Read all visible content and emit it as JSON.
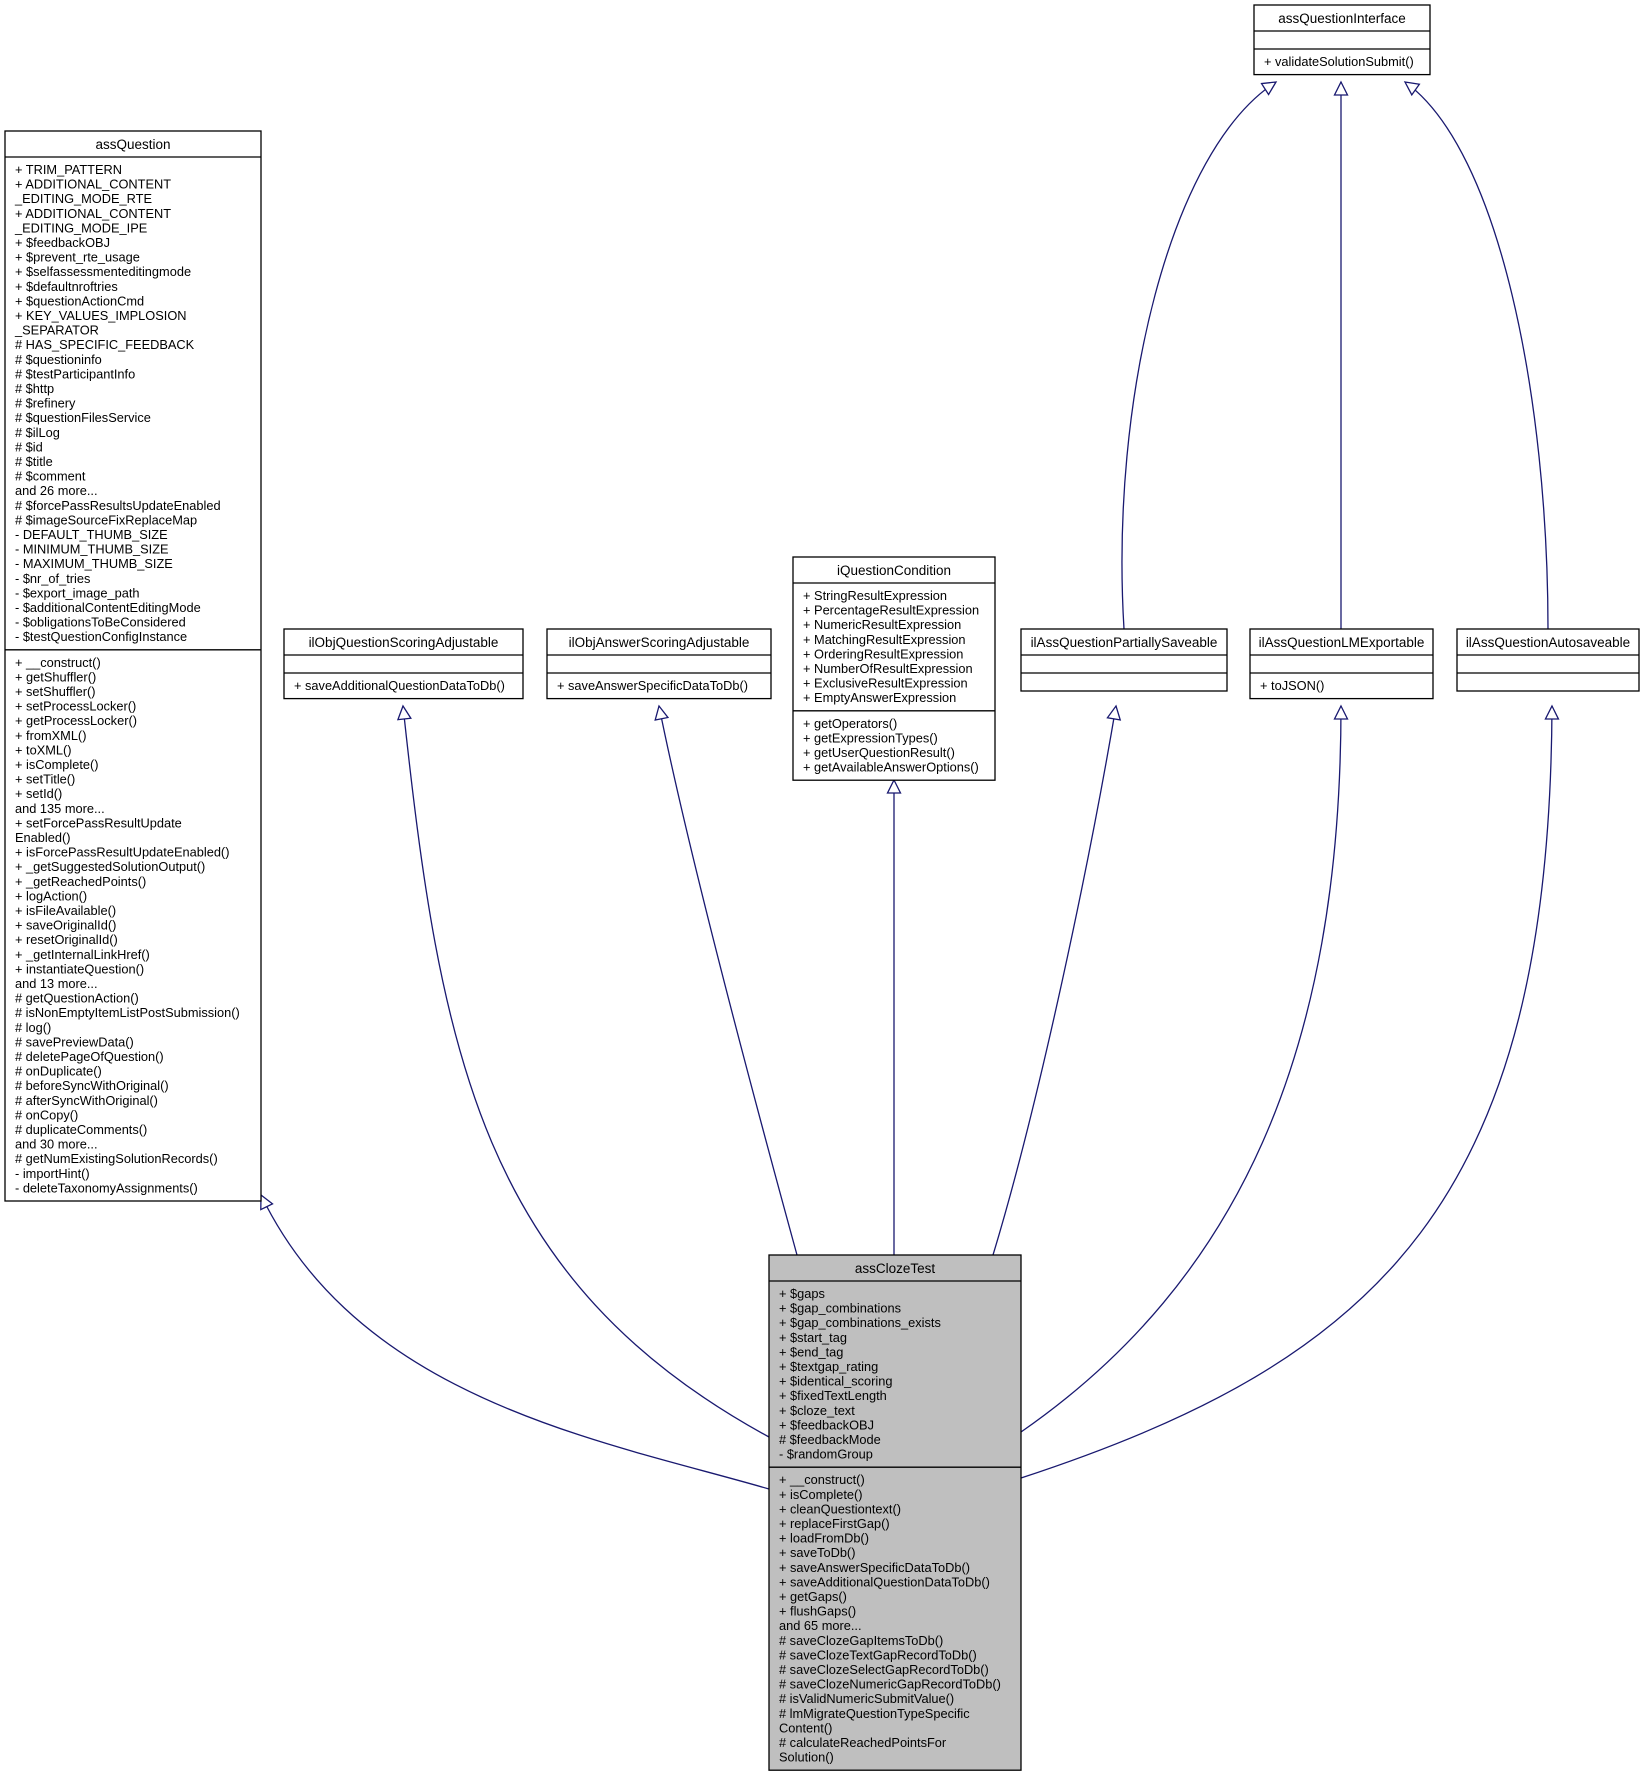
{
  "diagram": {
    "style": {
      "box_fill": "#ffffff",
      "highlight_fill": "#bfbfbf",
      "border_color": "#000000",
      "edge_color": "#191970",
      "edge_kind": "inheritance-hollow-triangle"
    },
    "classes": [
      {
        "id": "assQuestion",
        "name": "assQuestion",
        "highlighted": false,
        "attributes": [
          "+ TRIM_PATTERN",
          "+ ADDITIONAL_CONTENT",
          "_EDITING_MODE_RTE",
          "+ ADDITIONAL_CONTENT",
          "_EDITING_MODE_IPE",
          "+ $feedbackOBJ",
          "+ $prevent_rte_usage",
          "+ $selfassessmenteditingmode",
          "+ $defaultnroftries",
          "+ $questionActionCmd",
          "+ KEY_VALUES_IMPLOSION",
          "_SEPARATOR",
          "# HAS_SPECIFIC_FEEDBACK",
          "# $questioninfo",
          "# $testParticipantInfo",
          "# $http",
          "# $refinery",
          "# $questionFilesService",
          "# $ilLog",
          "# $id",
          "# $title",
          "# $comment",
          "and 26 more...",
          "# $forcePassResultsUpdateEnabled",
          "# $imageSourceFixReplaceMap",
          "- DEFAULT_THUMB_SIZE",
          "- MINIMUM_THUMB_SIZE",
          "- MAXIMUM_THUMB_SIZE",
          "- $nr_of_tries",
          "- $export_image_path",
          "- $additionalContentEditingMode",
          "- $obligationsToBeConsidered",
          "- $testQuestionConfigInstance"
        ],
        "methods": [
          "+ __construct()",
          "+ getShuffler()",
          "+ setShuffler()",
          "+ setProcessLocker()",
          "+ getProcessLocker()",
          "+ fromXML()",
          "+ toXML()",
          "+ isComplete()",
          "+ setTitle()",
          "+ setId()",
          "and 135 more...",
          "+ setForcePassResultUpdate",
          "Enabled()",
          "+ isForcePassResultUpdateEnabled()",
          "+ _getSuggestedSolutionOutput()",
          "+ _getReachedPoints()",
          "+ logAction()",
          "+ isFileAvailable()",
          "+ saveOriginalId()",
          "+ resetOriginalId()",
          "+ _getInternalLinkHref()",
          "+ instantiateQuestion()",
          "and 13 more...",
          "# getQuestionAction()",
          "# isNonEmptyItemListPostSubmission()",
          "# log()",
          "# savePreviewData()",
          "# deletePageOfQuestion()",
          "# onDuplicate()",
          "# beforeSyncWithOriginal()",
          "# afterSyncWithOriginal()",
          "# onCopy()",
          "# duplicateComments()",
          "and 30 more...",
          "# getNumExistingSolutionRecords()",
          "- importHint()",
          "- deleteTaxonomyAssignments()"
        ]
      },
      {
        "id": "ilObjQuestionScoringAdjustable",
        "name": "ilObjQuestionScoringAdjustable",
        "highlighted": false,
        "attributes": [],
        "methods": [
          "+ saveAdditionalQuestionDataToDb()"
        ]
      },
      {
        "id": "ilObjAnswerScoringAdjustable",
        "name": "ilObjAnswerScoringAdjustable",
        "highlighted": false,
        "attributes": [],
        "methods": [
          "+ saveAnswerSpecificDataToDb()"
        ]
      },
      {
        "id": "iQuestionCondition",
        "name": "iQuestionCondition",
        "highlighted": false,
        "attributes": [
          "+ StringResultExpression",
          "+ PercentageResultExpression",
          "+ NumericResultExpression",
          "+ MatchingResultExpression",
          "+ OrderingResultExpression",
          "+ NumberOfResultExpression",
          "+ ExclusiveResultExpression",
          "+ EmptyAnswerExpression"
        ],
        "methods": [
          "+ getOperators()",
          "+ getExpressionTypes()",
          "+ getUserQuestionResult()",
          "+ getAvailableAnswerOptions()"
        ]
      },
      {
        "id": "ilAssQuestionPartiallySaveable",
        "name": "ilAssQuestionPartiallySaveable",
        "highlighted": false,
        "attributes": [],
        "methods": []
      },
      {
        "id": "ilAssQuestionLMExportable",
        "name": "ilAssQuestionLMExportable",
        "highlighted": false,
        "attributes": [],
        "methods": [
          "+ toJSON()"
        ]
      },
      {
        "id": "ilAssQuestionAutosaveable",
        "name": "ilAssQuestionAutosaveable",
        "highlighted": false,
        "attributes": [],
        "methods": []
      },
      {
        "id": "assQuestionInterface",
        "name": "assQuestionInterface",
        "highlighted": false,
        "attributes": [],
        "methods": [
          "+ validateSolutionSubmit()"
        ]
      },
      {
        "id": "assClozeTest",
        "name": "assClozeTest",
        "highlighted": true,
        "attributes": [
          "+ $gaps",
          "+ $gap_combinations",
          "+ $gap_combinations_exists",
          "+ $start_tag",
          "+ $end_tag",
          "+ $textgap_rating",
          "+ $identical_scoring",
          "+ $fixedTextLength",
          "+ $cloze_text",
          "+ $feedbackOBJ",
          "# $feedbackMode",
          "- $randomGroup"
        ],
        "methods": [
          "+ __construct()",
          "+ isComplete()",
          "+ cleanQuestiontext()",
          "+ replaceFirstGap()",
          "+ loadFromDb()",
          "+ saveToDb()",
          "+ saveAnswerSpecificDataToDb()",
          "+ saveAdditionalQuestionDataToDb()",
          "+ getGaps()",
          "+ flushGaps()",
          "and 65 more...",
          "# saveClozeGapItemsToDb()",
          "# saveClozeTextGapRecordToDb()",
          "# saveClozeSelectGapRecordToDb()",
          "# saveClozeNumericGapRecordToDb()",
          "# isValidNumericSubmitValue()",
          "# lmMigrateQuestionTypeSpecific",
          "Content()",
          "# calculateReachedPointsFor",
          "Solution()"
        ]
      }
    ],
    "edges": [
      {
        "from": "assClozeTest",
        "to": "assQuestion"
      },
      {
        "from": "assClozeTest",
        "to": "ilObjQuestionScoringAdjustable"
      },
      {
        "from": "assClozeTest",
        "to": "ilObjAnswerScoringAdjustable"
      },
      {
        "from": "assClozeTest",
        "to": "iQuestionCondition"
      },
      {
        "from": "assClozeTest",
        "to": "ilAssQuestionPartiallySaveable"
      },
      {
        "from": "assClozeTest",
        "to": "ilAssQuestionLMExportable"
      },
      {
        "from": "assClozeTest",
        "to": "ilAssQuestionAutosaveable"
      },
      {
        "from": "ilAssQuestionPartiallySaveable",
        "to": "assQuestionInterface"
      },
      {
        "from": "ilAssQuestionLMExportable",
        "to": "assQuestionInterface"
      },
      {
        "from": "ilAssQuestionAutosaveable",
        "to": "assQuestionInterface"
      }
    ]
  }
}
